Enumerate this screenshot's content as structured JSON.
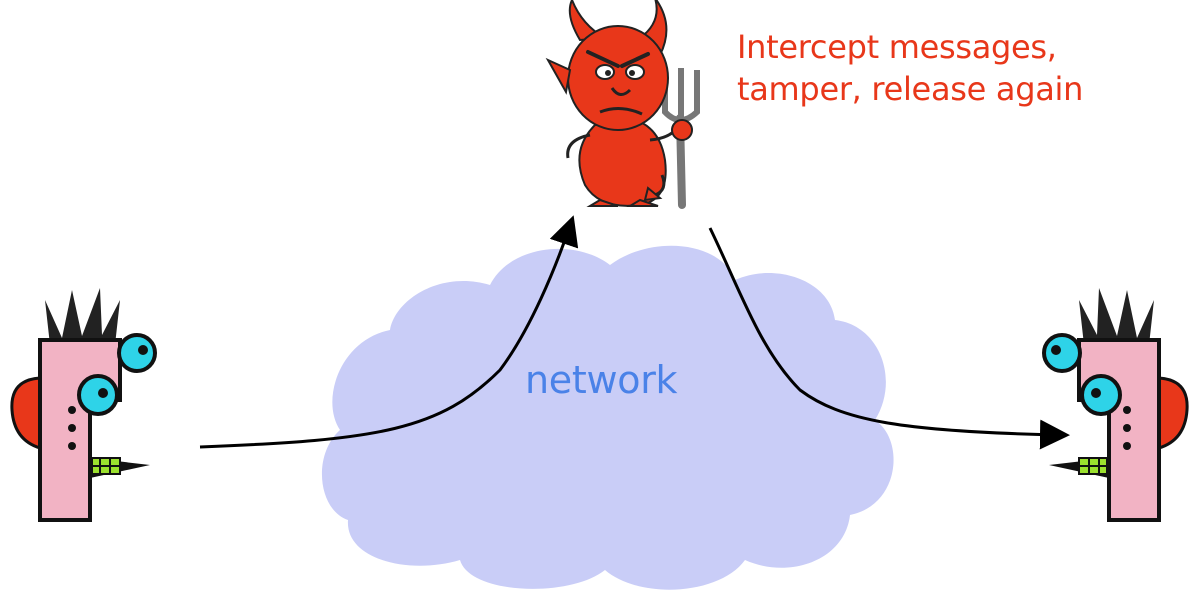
{
  "diagram": {
    "attacker_caption": [
      "Intercept messages,",
      "tamper, release again"
    ],
    "network_label": "network",
    "colors": {
      "caption": "#e8371a",
      "network_text": "#4a82e8",
      "cloud": "#c9cdf7",
      "devil": "#e8371a",
      "person_face": "#f2b3c4",
      "person_eye": "#2ed3e8",
      "person_ear": "#e8371a",
      "arrow": "#000000"
    },
    "icons": [
      "left-person-icon",
      "devil-icon",
      "right-person-icon",
      "network-cloud-icon"
    ]
  }
}
